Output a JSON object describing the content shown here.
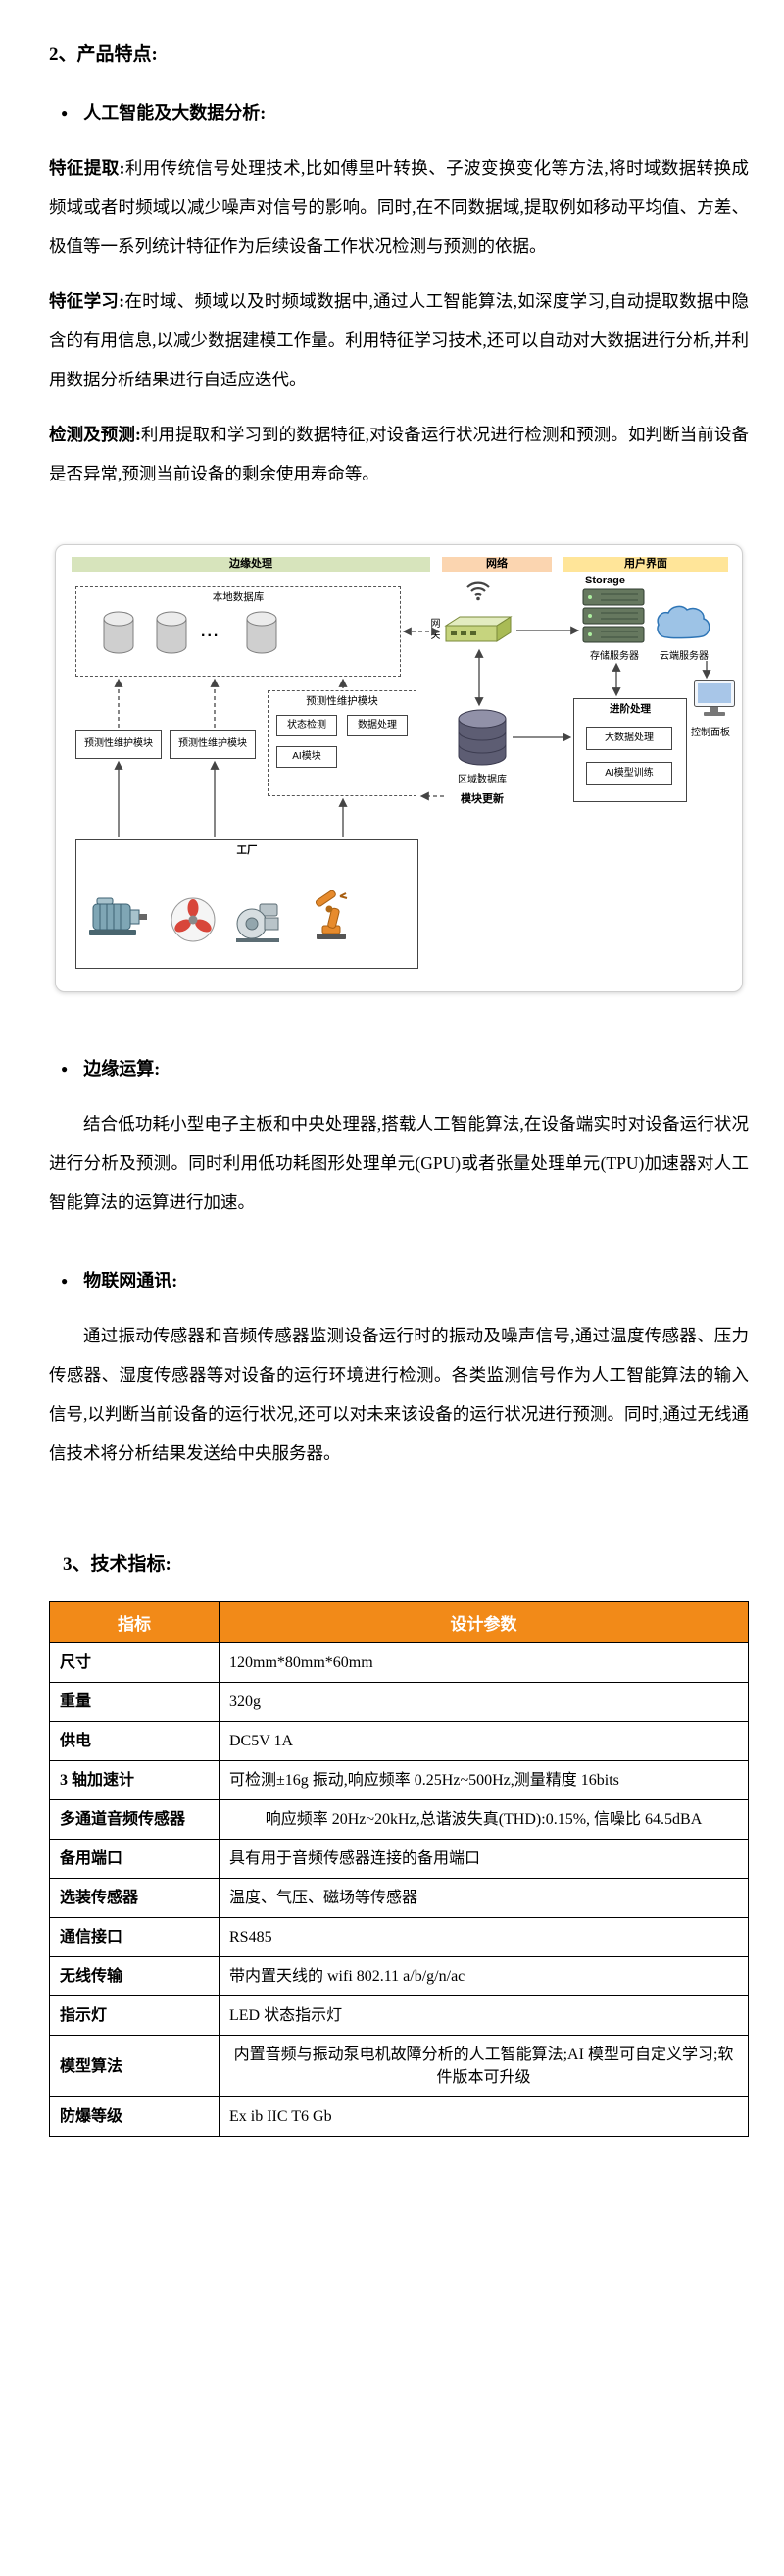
{
  "colors": {
    "table_header_bg": "#F28A18",
    "band_edge_green": "#D7E4BC",
    "band_network_orange": "#FBD5B0",
    "band_ui_yellow": "#FFE599",
    "cloud_blue": "#9DC3E6"
  },
  "features": {
    "heading": "2、产品特点:",
    "bullet_ai": {
      "marker": "●",
      "label": "人工智能及大数据分析:"
    },
    "paragraphs": [
      {
        "lead": "特征提取:",
        "body": "利用传统信号处理技术,比如傅里叶转换、子波变换变化等方法,将时域数据转换成频域或者时频域以减少噪声对信号的影响。同时,在不同数据域,提取例如移动平均值、方差、极值等一系列统计特征作为后续设备工作状况检测与预测的依据。"
      },
      {
        "lead": "特征学习:",
        "body": "在时域、频域以及时频域数据中,通过人工智能算法,如深度学习,自动提取数据中隐含的有用信息,以减少数据建模工作量。利用特征学习技术,还可以自动对大数据进行分析,并利用数据分析结果进行自适应迭代。"
      },
      {
        "lead": "检测及预测:",
        "body": "利用提取和学习到的数据特征,对设备运行状况进行检测和预测。如判断当前设备是否异常,预测当前设备的剩余使用寿命等。"
      }
    ],
    "bullet_edge": {
      "marker": "●",
      "label": "边缘运算:"
    },
    "edge_paragraph": "结合低功耗小型电子主板和中央处理器,搭载人工智能算法,在设备端实时对设备运行状况进行分析及预测。同时利用低功耗图形处理单元(GPU)或者张量处理单元(TPU)加速器对人工智能算法的运算进行加速。",
    "bullet_iot": {
      "marker": "●",
      "label": "物联网通讯:"
    },
    "iot_paragraph": "通过振动传感器和音频传感器监测设备运行时的振动及噪声信号,通过温度传感器、压力传感器、湿度传感器等对设备的运行环境进行检测。各类监测信号作为人工智能算法的输入信号,以判断当前设备的运行状况,还可以对未来该设备的运行状况进行预测。同时,通过无线通信技术将分析结果发送给中央服务器。"
  },
  "diagram": {
    "bands": [
      {
        "label": "边缘处理"
      },
      {
        "label": "网络"
      },
      {
        "label": "用户界面"
      }
    ],
    "local_db": {
      "title": "本地数据库",
      "ellipsis": "..."
    },
    "pm_module_left1": "预测性维护模块",
    "pm_module_left2": "预测性维护模块",
    "pm_box": {
      "title": "预测性维护模块",
      "items": [
        "状态检测",
        "数据处理",
        "AI模块"
      ]
    },
    "factory_title": "工厂",
    "gateway_label": "网关",
    "regional_db_label": "区域数据库",
    "module_update_label": "模块更新",
    "storage_title": "Storage",
    "storage_server_label": "存储服务器",
    "cloud_server_label": "云端服务器",
    "advanced": {
      "title": "进阶处理",
      "items": [
        "大数据处理",
        "AI模型训练"
      ]
    },
    "control_panel_label": "控制面板"
  },
  "specs": {
    "heading": "3、技术指标:",
    "table": {
      "headers": [
        "指标",
        "设计参数"
      ],
      "rows": [
        {
          "label": "尺寸",
          "value": "120mm*80mm*60mm"
        },
        {
          "label": "重量",
          "value": "320g"
        },
        {
          "label": "供电",
          "value": "DC5V 1A"
        },
        {
          "label": "3 轴加速计",
          "value": "可检测±16g 振动,响应频率 0.25Hz~500Hz,测量精度 16bits"
        },
        {
          "label": "多通道音频传感器",
          "value": "响应频率 20Hz~20kHz,总谐波失真(THD):0.15%, 信噪比 64.5dBA"
        },
        {
          "label": "备用端口",
          "value": "具有用于音频传感器连接的备用端口"
        },
        {
          "label": "选装传感器",
          "value": "温度、气压、磁场等传感器"
        },
        {
          "label": "通信接口",
          "value": "RS485"
        },
        {
          "label": "无线传输",
          "value": "带内置天线的 wifi 802.11 a/b/g/n/ac"
        },
        {
          "label": "指示灯",
          "value": "LED 状态指示灯"
        },
        {
          "label": "模型算法",
          "value": "内置音频与振动泵电机故障分析的人工智能算法;AI 模型可自定义学习;软件版本可升级"
        },
        {
          "label": "防爆等级",
          "value": "Ex ib IIC T6 Gb"
        }
      ]
    }
  }
}
